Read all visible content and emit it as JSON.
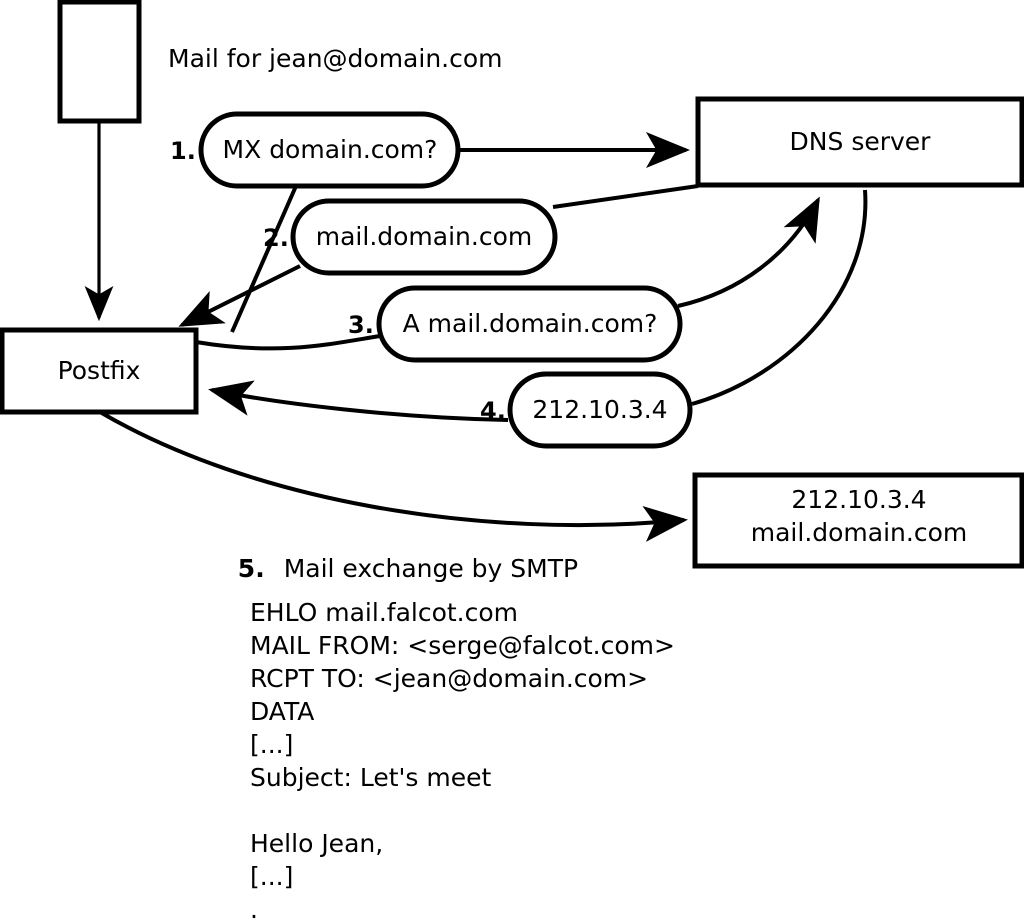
{
  "diagram": {
    "title_caption": "Mail for jean@domain.com",
    "nodes": [
      {
        "id": "sender",
        "label": "",
        "kind": "box"
      },
      {
        "id": "postfix",
        "label": "Postfix",
        "kind": "box"
      },
      {
        "id": "dns",
        "label": "DNS server",
        "kind": "box"
      },
      {
        "id": "target",
        "label_line1": "212.10.3.4",
        "label_line2": "mail.domain.com",
        "kind": "box"
      }
    ],
    "steps": [
      {
        "number": "1.",
        "label": "MX domain.com?"
      },
      {
        "number": "2.",
        "label": "mail.domain.com"
      },
      {
        "number": "3.",
        "label": "A mail.domain.com?"
      },
      {
        "number": "4.",
        "label": "212.10.3.4"
      }
    ],
    "step5": {
      "number": "5.",
      "label": "Mail exchange by SMTP"
    },
    "smtp_transcript": [
      "EHLO mail.falcot.com",
      "MAIL FROM: <serge@falcot.com>",
      "RCPT TO: <jean@domain.com>",
      "DATA",
      "[...]",
      "Subject: Let's meet",
      "",
      "Hello Jean,",
      "[...]",
      "."
    ],
    "colors": {
      "stroke": "#000000",
      "fill": "#ffffff",
      "background": "#ffffff"
    }
  }
}
